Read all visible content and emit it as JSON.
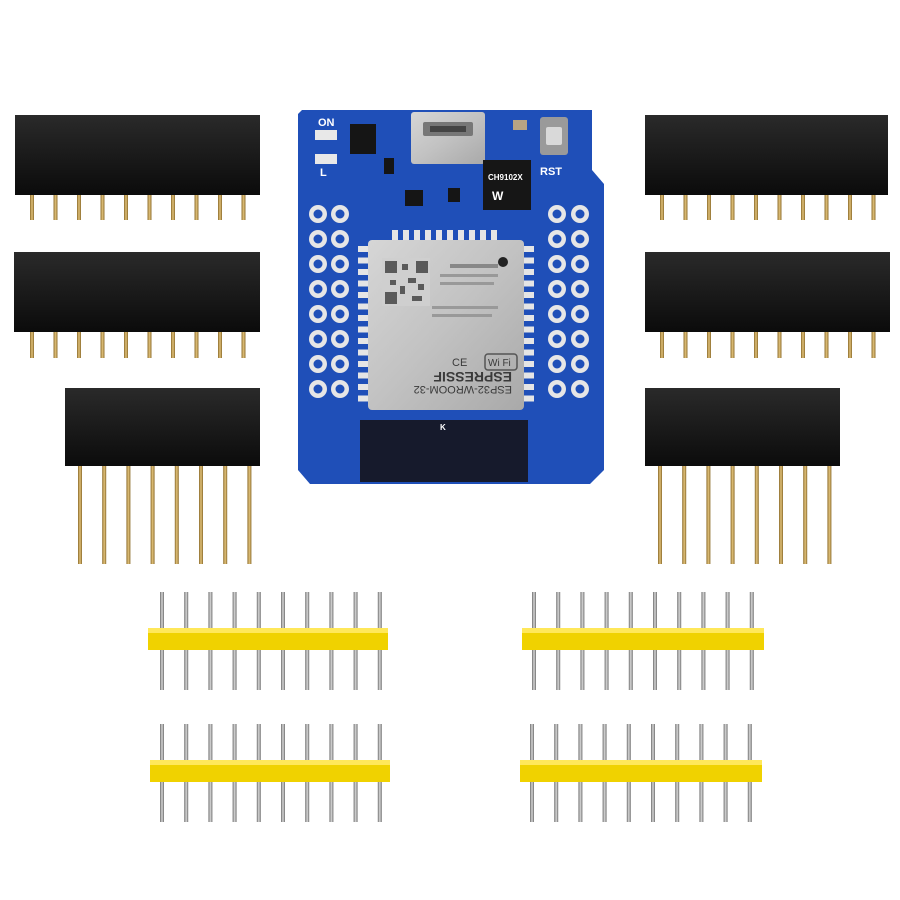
{
  "board": {
    "label_on": "ON",
    "label_l": "L",
    "label_rst": "RST",
    "label_k": "K",
    "usb_chip_text": "CH9102X",
    "module_brand": "ESPRESSIF",
    "module_model": "ESP32-WROOM-32",
    "wifi_logo": "Wi Fi",
    "ce_mark": "CE",
    "pcb_color": "#1f4fb8"
  },
  "female_headers": {
    "left": [
      {
        "pins": 10,
        "leg": "short"
      },
      {
        "pins": 10,
        "leg": "short"
      },
      {
        "pins": 8,
        "leg": "long"
      }
    ],
    "right": [
      {
        "pins": 10,
        "leg": "short"
      },
      {
        "pins": 10,
        "leg": "short"
      },
      {
        "pins": 8,
        "leg": "long"
      }
    ]
  },
  "male_headers": {
    "count": 4,
    "pins": 10,
    "plastic_color": "#f0d200"
  }
}
